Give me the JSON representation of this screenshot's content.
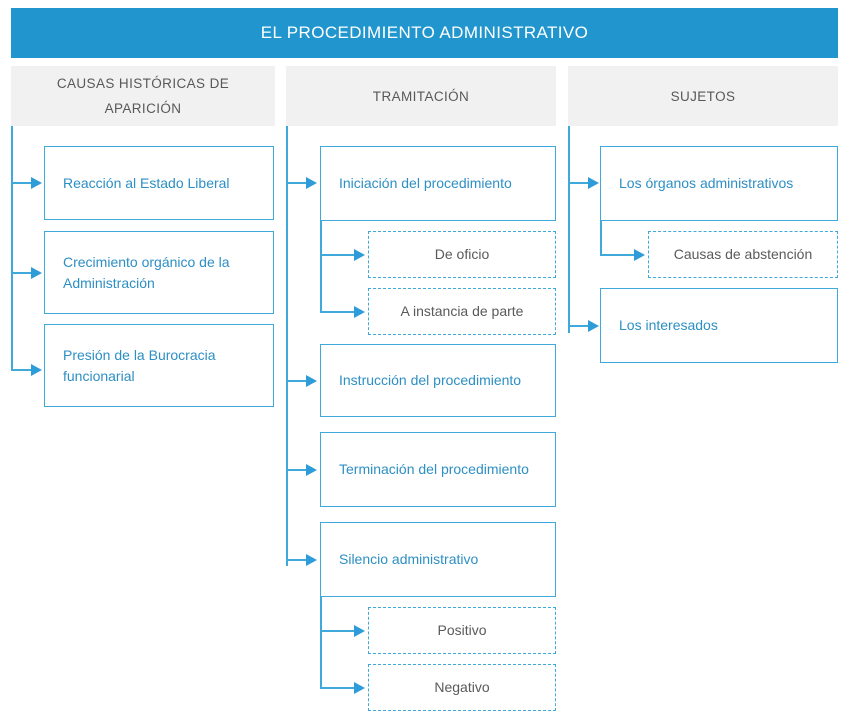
{
  "header": {
    "title": "EL PROCEDIMIENTO ADMINISTRATIVO",
    "bar_color": "#2196CE"
  },
  "colors": {
    "accent_blue": "#2196CE",
    "line_blue": "#3FA9DC",
    "node_text_blue": "#2D8FC4",
    "sub_text_gray": "#5A5A5A",
    "strip_gray": "#f1f1f1",
    "strip_text_gray": "#585858"
  },
  "columns": [
    {
      "id": "causas",
      "heading": "CAUSAS HISTÓRICAS DE APARICIÓN",
      "nodes": [
        {
          "label": "Reacción al Estado Liberal",
          "style": "solid"
        },
        {
          "label": "Crecimiento orgánico de la Administración",
          "style": "solid"
        },
        {
          "label": "Presión de la Burocracia funcionarial",
          "style": "solid"
        }
      ]
    },
    {
      "id": "tramitacion",
      "heading": "TRAMITACIÓN",
      "nodes": [
        {
          "label": "Iniciación del procedimiento",
          "style": "solid"
        },
        {
          "label": "De oficio",
          "style": "dashed"
        },
        {
          "label": "A instancia de parte",
          "style": "dashed"
        },
        {
          "label": "Instrucción del procedimiento",
          "style": "solid"
        },
        {
          "label": "Terminación del procedimiento",
          "style": "solid"
        },
        {
          "label": "Silencio administrativo",
          "style": "solid"
        },
        {
          "label": "Positivo",
          "style": "dashed"
        },
        {
          "label": "Negativo",
          "style": "dashed"
        }
      ]
    },
    {
      "id": "sujetos",
      "heading": "SUJETOS",
      "nodes": [
        {
          "label": "Los órganos administrativos",
          "style": "solid"
        },
        {
          "label": "Causas de abstención",
          "style": "dashed"
        },
        {
          "label": "Los interesados",
          "style": "solid"
        }
      ]
    }
  ]
}
